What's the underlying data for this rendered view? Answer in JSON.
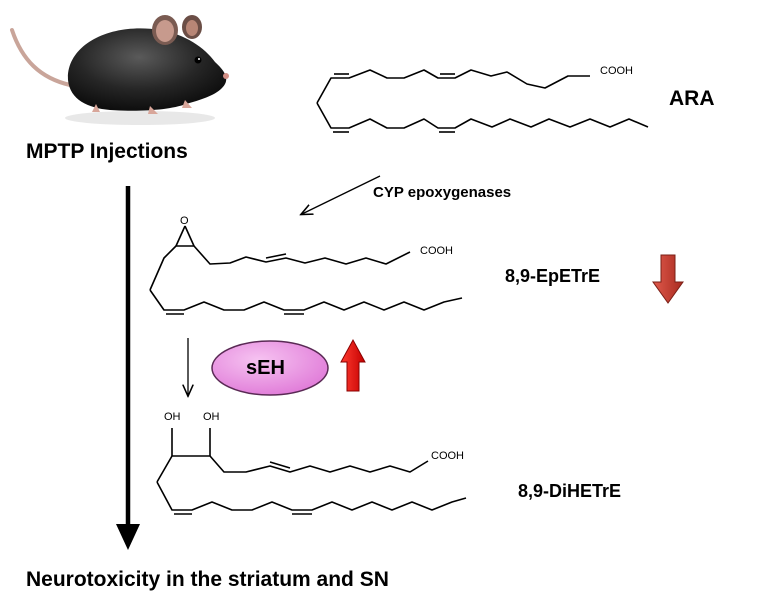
{
  "labels": {
    "treatment": "MPTP Injections",
    "outcome": "Neurotoxicity in the striatum and SN",
    "enzyme_pathway": "CYP epoxygenases",
    "enzyme_seh": "sEH"
  },
  "compounds": {
    "ara": {
      "name": "ARA",
      "group": "COOH"
    },
    "epetre": {
      "name": "8,9-EpETrE",
      "group": "COOH",
      "ring_atom": "O",
      "change": "down"
    },
    "dihetre": {
      "name": "8,9-DiHETrE",
      "group": "COOH",
      "hydroxyl_1": "OH",
      "hydroxyl_2": "OH"
    }
  },
  "colors": {
    "down_arrow": "#c0392b",
    "up_arrow": "#e0141e",
    "seh_fill": "#e98be3",
    "seh_stroke": "#6b2a66",
    "mouse_body": "#2a2a2a"
  },
  "icons": {
    "mouse": "mouse-illustration",
    "down": "down-arrow-icon",
    "up": "up-arrow-icon"
  }
}
